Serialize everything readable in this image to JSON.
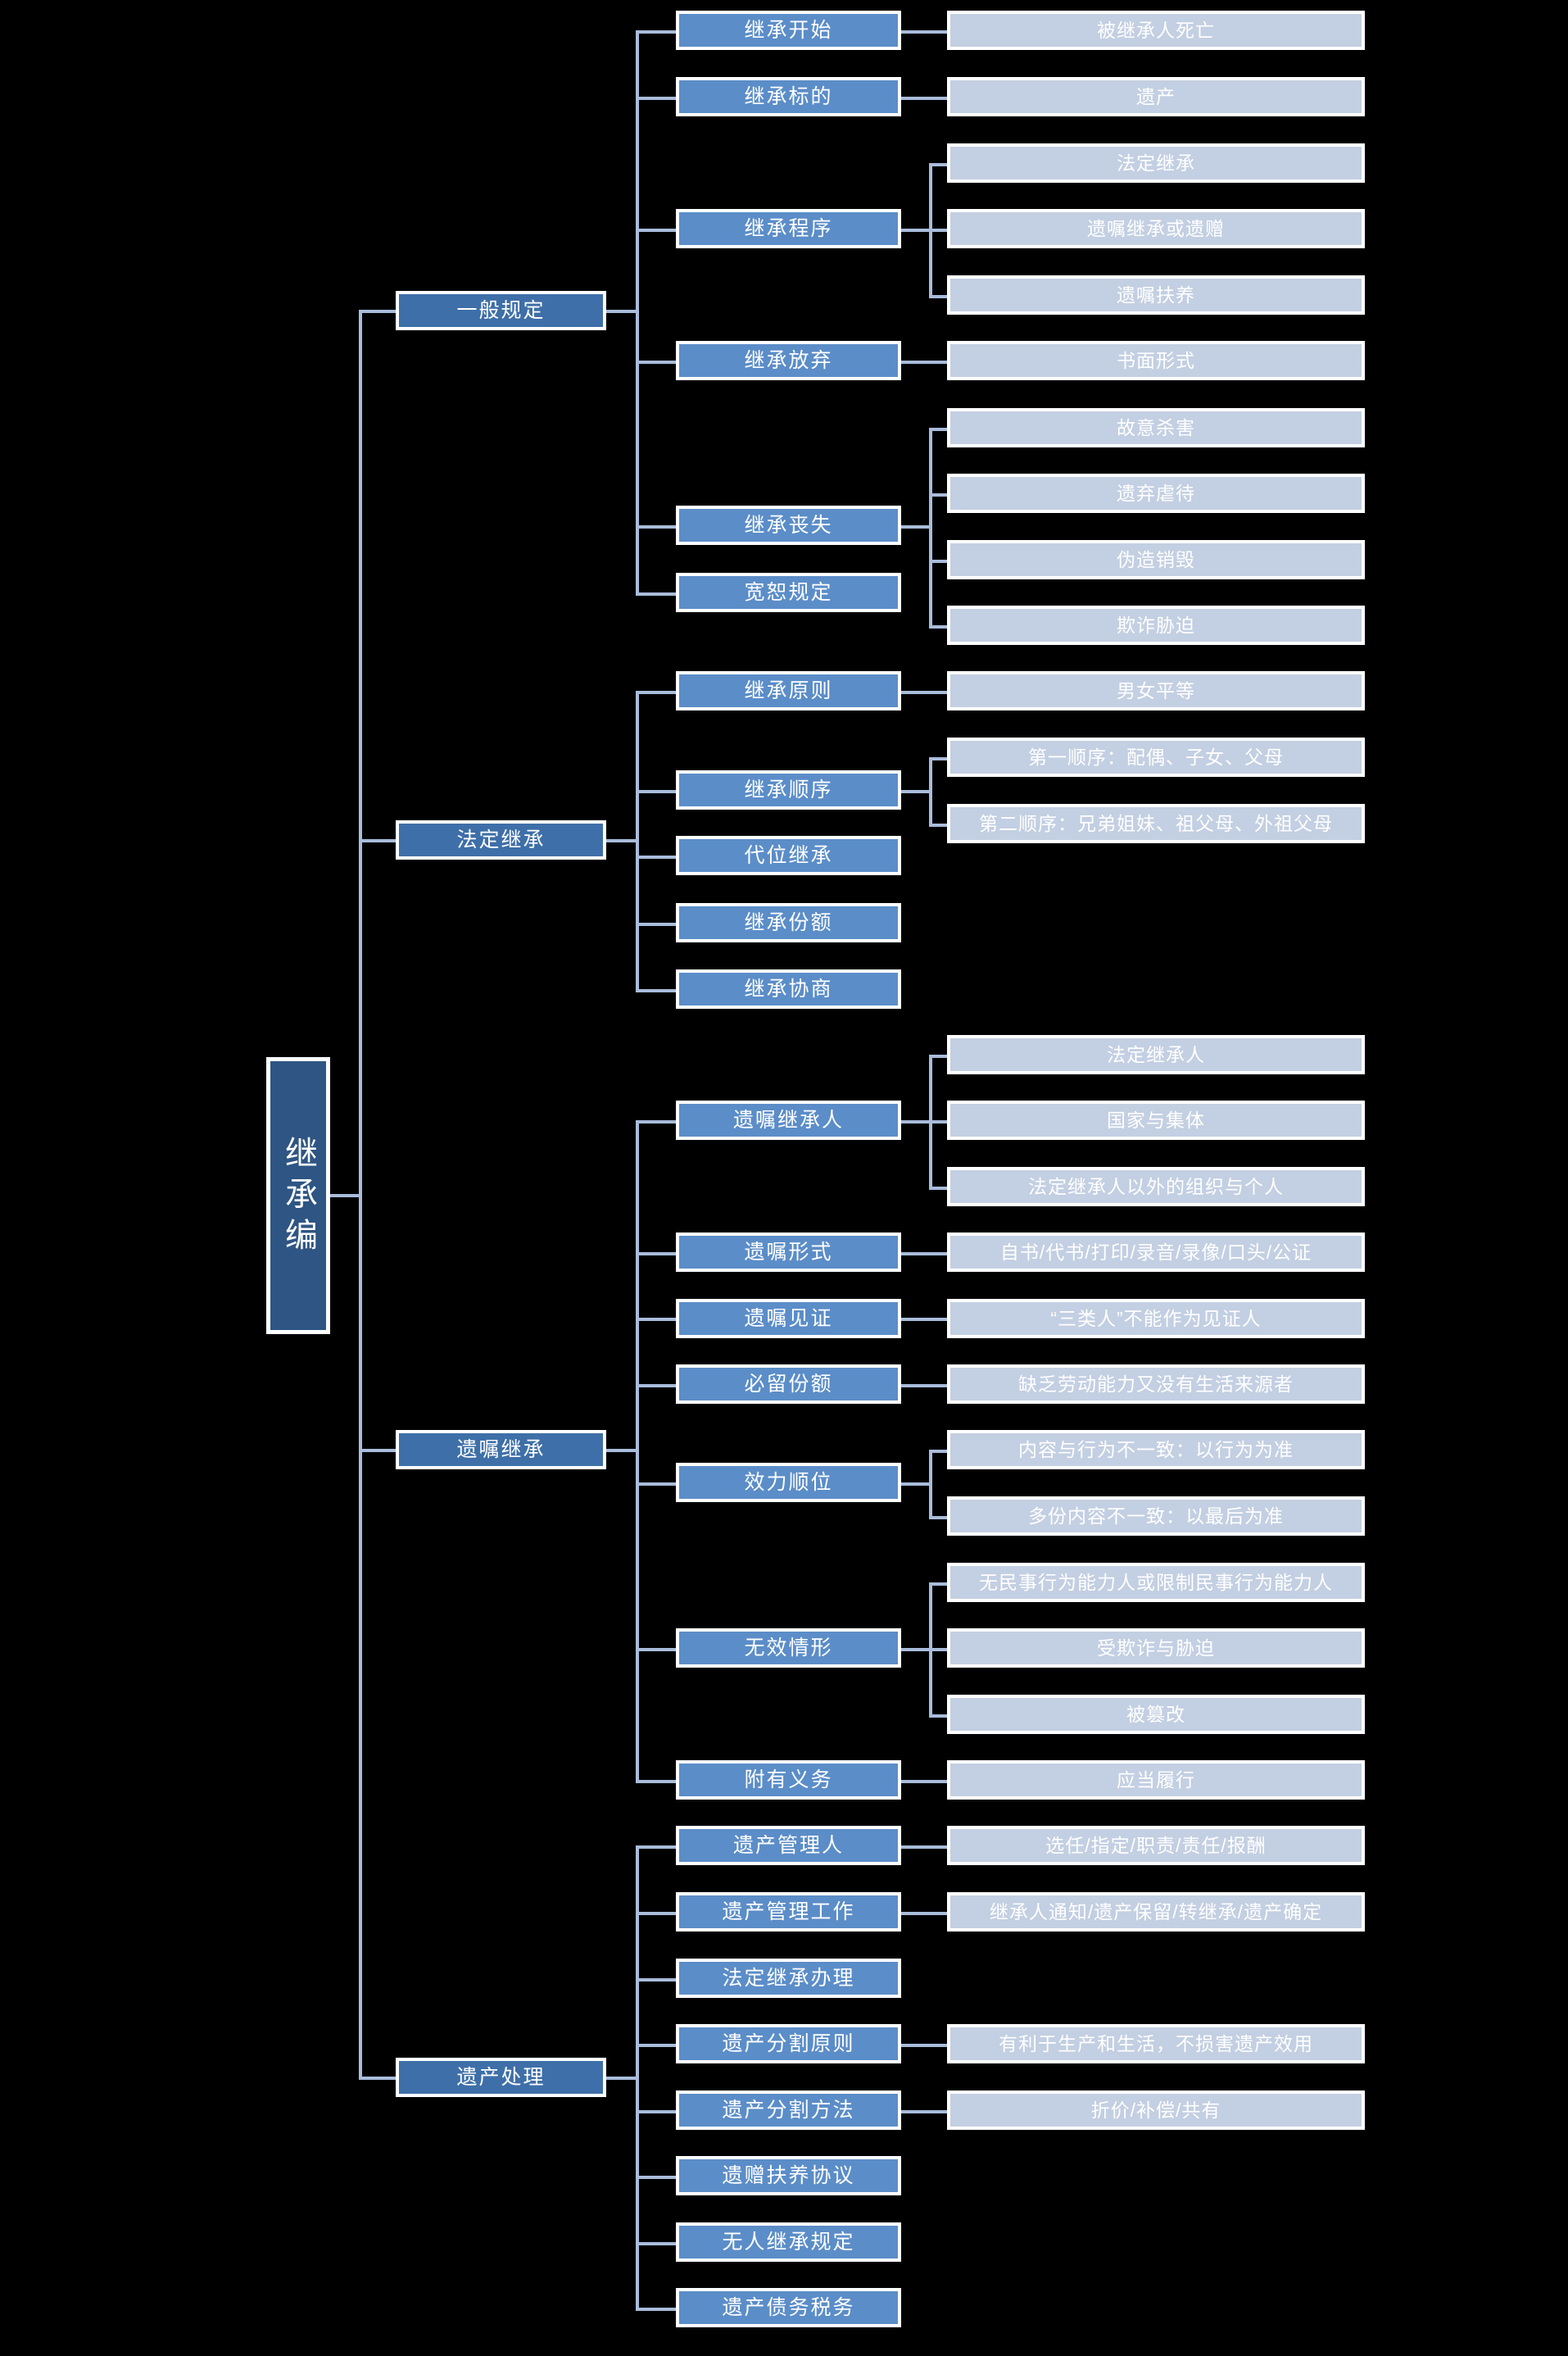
{
  "diagram": {
    "type": "mindmap-tree",
    "title": "继承编",
    "orientation": "left-to-right",
    "colors": {
      "background": "#000000",
      "root": "#2E5583",
      "level2": "#3E6FA8",
      "level3": "#5B8DC8",
      "level4": "#C3CFE2",
      "connector": "#A9BCDB",
      "border": "#FFFFFF",
      "text": "#FFFFFF"
    }
  },
  "root": {
    "label": "继承编"
  },
  "branches": [
    {
      "label": "一般规定",
      "children": [
        {
          "label": "继承开始",
          "leaves": [
            "被继承人死亡"
          ]
        },
        {
          "label": "继承标的",
          "leaves": [
            "遗产"
          ]
        },
        {
          "label": "继承程序",
          "leaves": [
            "法定继承",
            "遗嘱继承或遗赠",
            "遗嘱扶养"
          ]
        },
        {
          "label": "继承放弃",
          "leaves": [
            "书面形式"
          ]
        },
        {
          "label": "继承丧失",
          "leaves": [
            "故意杀害",
            "遗弃虐待",
            "伪造销毁",
            "欺诈胁迫"
          ]
        },
        {
          "label": "宽恕规定",
          "leaves": []
        }
      ]
    },
    {
      "label": "法定继承",
      "children": [
        {
          "label": "继承原则",
          "leaves": [
            "男女平等"
          ]
        },
        {
          "label": "继承顺序",
          "leaves": [
            "第一顺序：配偶、子女、父母",
            "第二顺序：兄弟姐妹、祖父母、外祖父母"
          ]
        },
        {
          "label": "代位继承",
          "leaves": []
        },
        {
          "label": "继承份额",
          "leaves": []
        },
        {
          "label": "继承协商",
          "leaves": []
        }
      ]
    },
    {
      "label": "遗嘱继承",
      "children": [
        {
          "label": "遗嘱继承人",
          "leaves": [
            "法定继承人",
            "国家与集体",
            "法定继承人以外的组织与个人"
          ]
        },
        {
          "label": "遗嘱形式",
          "leaves": [
            "自书/代书/打印/录音/录像/口头/公证"
          ]
        },
        {
          "label": "遗嘱见证",
          "leaves": [
            "“三类人”不能作为见证人"
          ]
        },
        {
          "label": "必留份额",
          "leaves": [
            "缺乏劳动能力又没有生活来源者"
          ]
        },
        {
          "label": "效力顺位",
          "leaves": [
            "内容与行为不一致：以行为为准",
            "多份内容不一致：以最后为准"
          ]
        },
        {
          "label": "无效情形",
          "leaves": [
            "无民事行为能力人或限制民事行为能力人",
            "受欺诈与胁迫",
            "被篡改"
          ]
        },
        {
          "label": "附有义务",
          "leaves": [
            "应当履行"
          ]
        }
      ]
    },
    {
      "label": "遗产处理",
      "children": [
        {
          "label": "遗产管理人",
          "leaves": [
            "选任/指定/职责/责任/报酬"
          ]
        },
        {
          "label": "遗产管理工作",
          "leaves": [
            "继承人通知/遗产保留/转继承/遗产确定"
          ]
        },
        {
          "label": "法定继承办理",
          "leaves": []
        },
        {
          "label": "遗产分割原则",
          "leaves": [
            "有利于生产和生活，不损害遗产效用"
          ]
        },
        {
          "label": "遗产分割方法",
          "leaves": [
            "折价/补偿/共有"
          ]
        },
        {
          "label": "遗赠扶养协议",
          "leaves": []
        },
        {
          "label": "无人继承规定",
          "leaves": []
        },
        {
          "label": "遗产债务税务",
          "leaves": []
        }
      ]
    }
  ],
  "nodes_flat": {
    "level2": [
      "一般规定",
      "法定继承",
      "遗嘱继承",
      "遗产处理"
    ],
    "level3": [
      "继承开始",
      "继承标的",
      "继承程序",
      "继承放弃",
      "继承丧失",
      "宽恕规定",
      "继承原则",
      "继承顺序",
      "代位继承",
      "继承份额",
      "继承协商",
      "遗嘱继承人",
      "遗嘱形式",
      "遗嘱见证",
      "必留份额",
      "效力顺位",
      "无效情形",
      "附有义务",
      "遗产管理人",
      "遗产管理工作",
      "法定继承办理",
      "遗产分割原则",
      "遗产分割方法",
      "遗赠扶养协议",
      "无人继承规定",
      "遗产债务税务"
    ],
    "level4": [
      "被继承人死亡",
      "遗产",
      "法定继承",
      "遗嘱继承或遗赠",
      "遗嘱扶养",
      "书面形式",
      "故意杀害",
      "遗弃虐待",
      "伪造销毁",
      "欺诈胁迫",
      "男女平等",
      "第一顺序：配偶、子女、父母",
      "第二顺序：兄弟姐妹、祖父母、外祖父母",
      "法定继承人",
      "国家与集体",
      "法定继承人以外的组织与个人",
      "自书/代书/打印/录音/录像/口头/公证",
      "“三类人”不能作为见证人",
      "缺乏劳动能力又没有生活来源者",
      "内容与行为不一致：以行为为准",
      "多份内容不一致：以最后为准",
      "无民事行为能力人或限制民事行为能力人",
      "受欺诈与胁迫",
      "被篡改",
      "应当履行",
      "选任/指定/职责/责任/报酬",
      "继承人通知/遗产保留/转继承/遗产确定",
      "有利于生产和生活，不损害遗产效用",
      "折价/补偿/共有"
    ]
  }
}
